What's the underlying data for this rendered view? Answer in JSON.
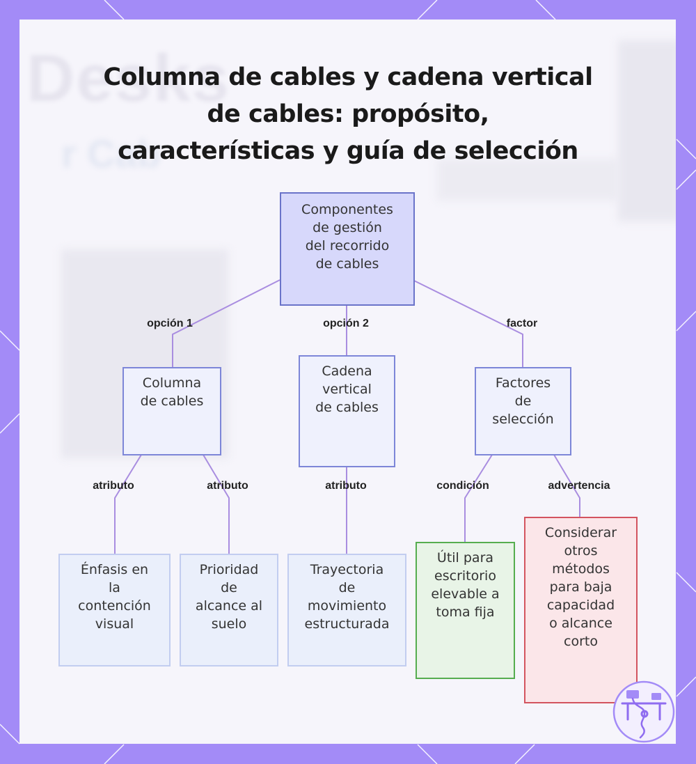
{
  "title_lines": [
    "Columna de cables y cadena vertical",
    "de cables: propósito,",
    "características y guía de selección"
  ],
  "background_text": [
    "Desks",
    "r Cab"
  ],
  "nodes": {
    "root": [
      "Componentes",
      "de gestión",
      "del recorrido",
      "de cables"
    ],
    "columna": [
      "Columna",
      "de cables"
    ],
    "cadena": [
      "Cadena",
      "vertical",
      "de cables"
    ],
    "factores": [
      "Factores",
      "de",
      "selección"
    ],
    "enfasis": [
      "Énfasis en",
      "la",
      "contención",
      "visual"
    ],
    "prioridad": [
      "Prioridad",
      "de",
      "alcance al",
      "suelo"
    ],
    "trayectoria": [
      "Trayectoria",
      "de",
      "movimiento",
      "estructurada"
    ],
    "util": [
      "Útil para",
      "escritorio",
      "elevable a",
      "toma fija"
    ],
    "considerar": [
      "Considerar",
      "otros",
      "métodos",
      "para baja",
      "capacidad",
      "o alcance",
      "corto"
    ]
  },
  "edge_labels": {
    "opcion1": "opción 1",
    "opcion2": "opción 2",
    "factor": "factor",
    "atributo_a": "atributo",
    "atributo_b": "atributo",
    "atributo_c": "atributo",
    "condicion": "condición",
    "advertencia": "advertencia"
  },
  "colors": {
    "frame": "#a38bf7",
    "edge": "#a98de0",
    "root_fill": "#d7d8fb",
    "warning_border": "#d3545f",
    "condition_border": "#55ad4f"
  },
  "icons": {
    "logo": "desk-cable-logo-icon"
  }
}
